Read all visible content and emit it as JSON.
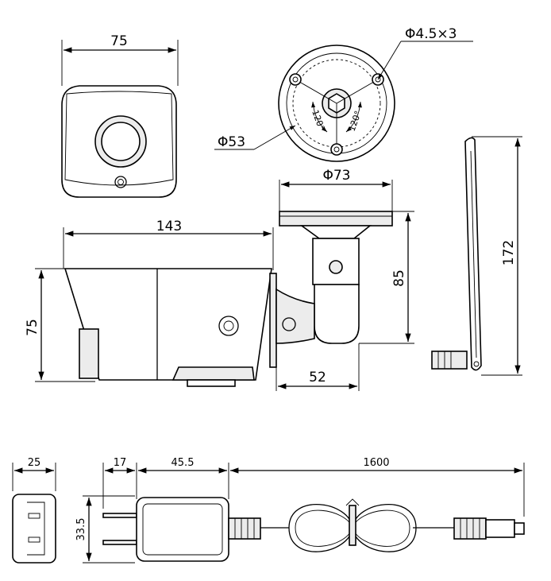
{
  "dimensions": {
    "front_width": "75",
    "flange_holes": "Φ4.5×3",
    "hole_circle": "Φ53",
    "angle_a": "120°",
    "angle_b": "120°",
    "flange_dia": "Φ73",
    "body_length": "143",
    "body_height": "75",
    "mount_height": "85",
    "mount_depth": "52",
    "antenna_length": "172",
    "adapter_thickness": "25",
    "prong_length": "17",
    "adapter_length": "45.5",
    "cable_length": "1600",
    "adapter_height": "33.5"
  }
}
